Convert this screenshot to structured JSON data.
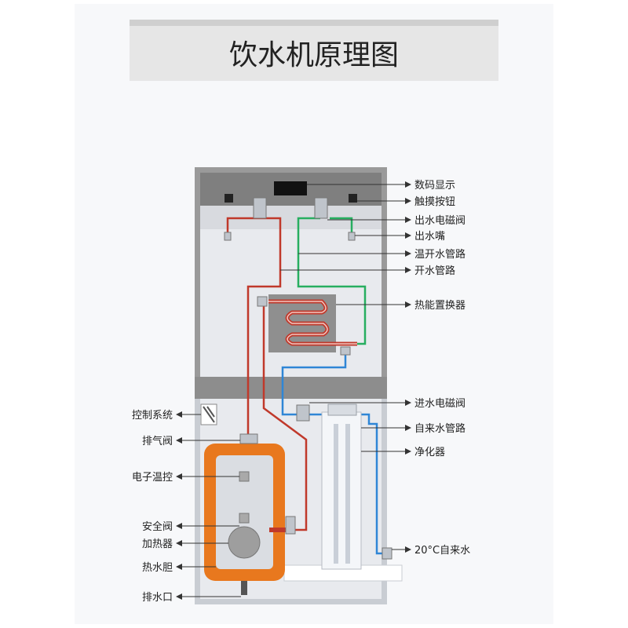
{
  "title": "饮水机原理图",
  "labels_right": {
    "display": "数码显示",
    "touch_button": "触摸按钮",
    "outlet_valve": "出水电磁阀",
    "nozzle": "出水嘴",
    "warm_pipe": "温开水管路",
    "boil_pipe": "开水管路",
    "heat_exchanger": "热能置换器",
    "inlet_valve": "进水电磁阀",
    "tap_pipe": "自来水管路",
    "purifier": "净化器",
    "tap_water": "20°C自来水"
  },
  "labels_left": {
    "control": "控制系统",
    "vent": "排气阀",
    "thermo": "电子温控",
    "safety": "安全阀",
    "heater": "加热器",
    "tank": "热水胆",
    "drain": "排水口"
  },
  "colors": {
    "hot_pipe": "#c0392b",
    "warm_pipe": "#27ae60",
    "cold_pipe": "#2f86d6",
    "tank_orange": "#e8781e",
    "panel_gray": "#8a8a8a",
    "body_light": "#e8eaee"
  }
}
